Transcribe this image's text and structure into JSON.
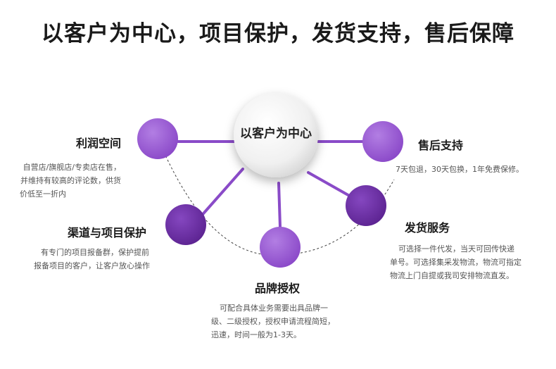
{
  "title": "以客户为中心，项目保护，发货支持，售后保障",
  "center": {
    "label": "以客户为中心"
  },
  "items": [
    {
      "heading": "利润空间",
      "lines": [
        "自营店/旗舰店/专卖店在售，",
        "并维持有较高的评论数，供货",
        "价低至一折内"
      ]
    },
    {
      "heading": "渠道与项目保护",
      "lines": [
        "有专门的项目报备群，保护提前",
        "报备项目的客户，让客户放心操作"
      ]
    },
    {
      "heading": "品牌授权",
      "lines": [
        "可配合具体业务需要出具品牌一",
        "级、二级授权，授权申请流程简短，",
        "迅速，时间一般为1-3天。"
      ]
    },
    {
      "heading": "售后支持",
      "lines": [
        "7天包退，30天包换，1年免费保修。"
      ]
    },
    {
      "heading": "发货服务",
      "lines": [
        "可选择一件代发，当天可回传快递",
        "单号。可选择集采发物流，物流可指定",
        "物流上门自提或我司安排物流直发。"
      ]
    }
  ],
  "colors": {
    "node_light": "#9a5bd3",
    "node_dark": "#6a2fa2",
    "connector": "#8a4bc8",
    "title": "#1a1a1a"
  }
}
